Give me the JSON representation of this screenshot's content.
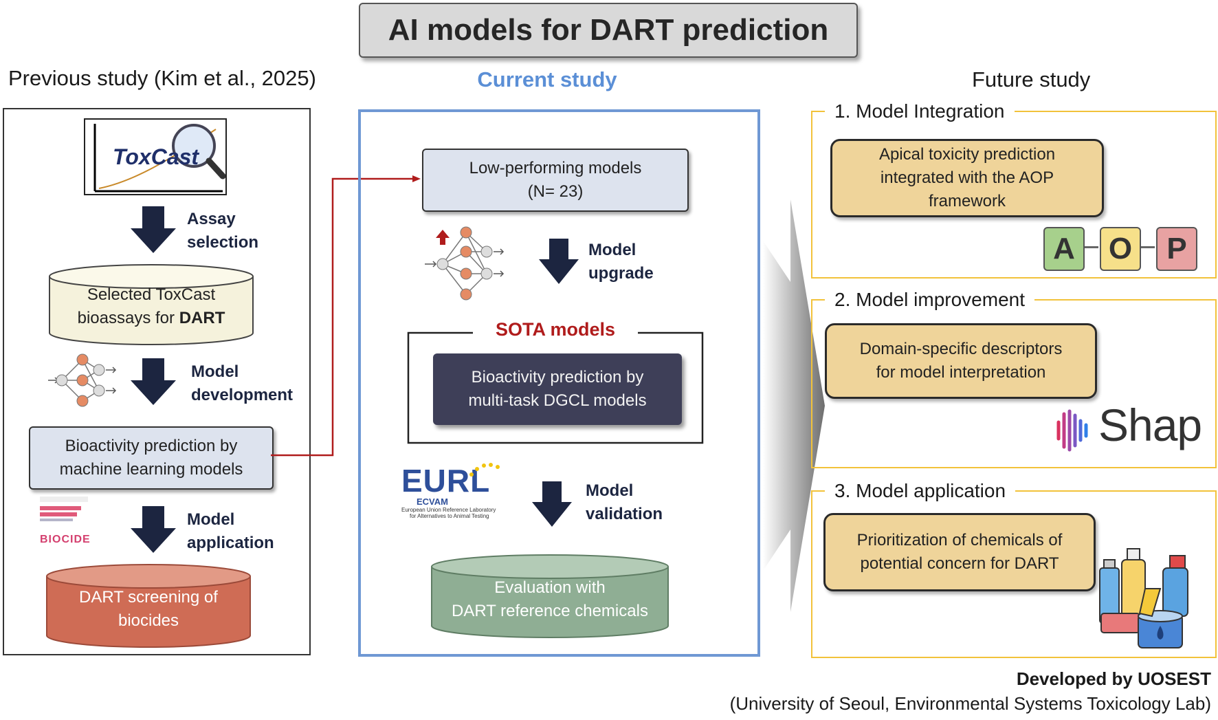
{
  "title": "AI models for DART prediction",
  "previous_study": {
    "heading": "Previous study (Kim et al., 2025)",
    "toxcast_logo": "ToxCast",
    "step1": [
      "Assay",
      "selection"
    ],
    "cylinder1": {
      "line1": "Selected ToxCast",
      "line2_prefix": "bioassays for ",
      "line2_bold": "DART"
    },
    "step2": [
      "Model",
      "development"
    ],
    "box": [
      "Bioactivity prediction by",
      "machine learning models"
    ],
    "step3": [
      "Model",
      "application"
    ],
    "cylinder2": [
      "DART screening of",
      "biocides"
    ]
  },
  "current_study": {
    "heading": "Current study",
    "box1": [
      "Low-performing models",
      "(N= 23)"
    ],
    "step1": [
      "Model",
      "upgrade"
    ],
    "sota_title": "SOTA models",
    "sota_box": [
      "Bioactivity prediction by",
      "multi-task DGCL models"
    ],
    "eurl": {
      "logo": "EURL",
      "sub": "ECVAM",
      "caption1": "European Union Reference Laboratory",
      "caption2": "for Alternatives to Animal Testing"
    },
    "step2": [
      "Model",
      "validation"
    ],
    "cylinder": [
      "Evaluation with",
      "DART reference chemicals"
    ]
  },
  "future_study": {
    "heading": "Future study",
    "panels": [
      {
        "title": "1. Model Integration",
        "box": [
          "Apical toxicity prediction",
          "integrated with the AOP",
          "framework"
        ]
      },
      {
        "title": "2. Model improvement",
        "box": [
          "Domain-specific descriptors",
          "for model interpretation"
        ]
      },
      {
        "title": "3. Model application",
        "box": [
          "Prioritization of chemicals of",
          "potential concern for DART"
        ]
      }
    ],
    "aop_letters": [
      "A",
      "O",
      "P"
    ],
    "shap_logo": "Shap"
  },
  "footer": {
    "line1": "Developed by UOSEST",
    "line2": "(University of Seoul, Environmental Systems Toxicology Lab)"
  },
  "colors": {
    "current_blue": "#6f98d4",
    "future_gold": "#f2c23a",
    "arrow_navy": "#1c2540",
    "connector_red": "#b01c1c",
    "sota_red": "#b01c1c"
  }
}
